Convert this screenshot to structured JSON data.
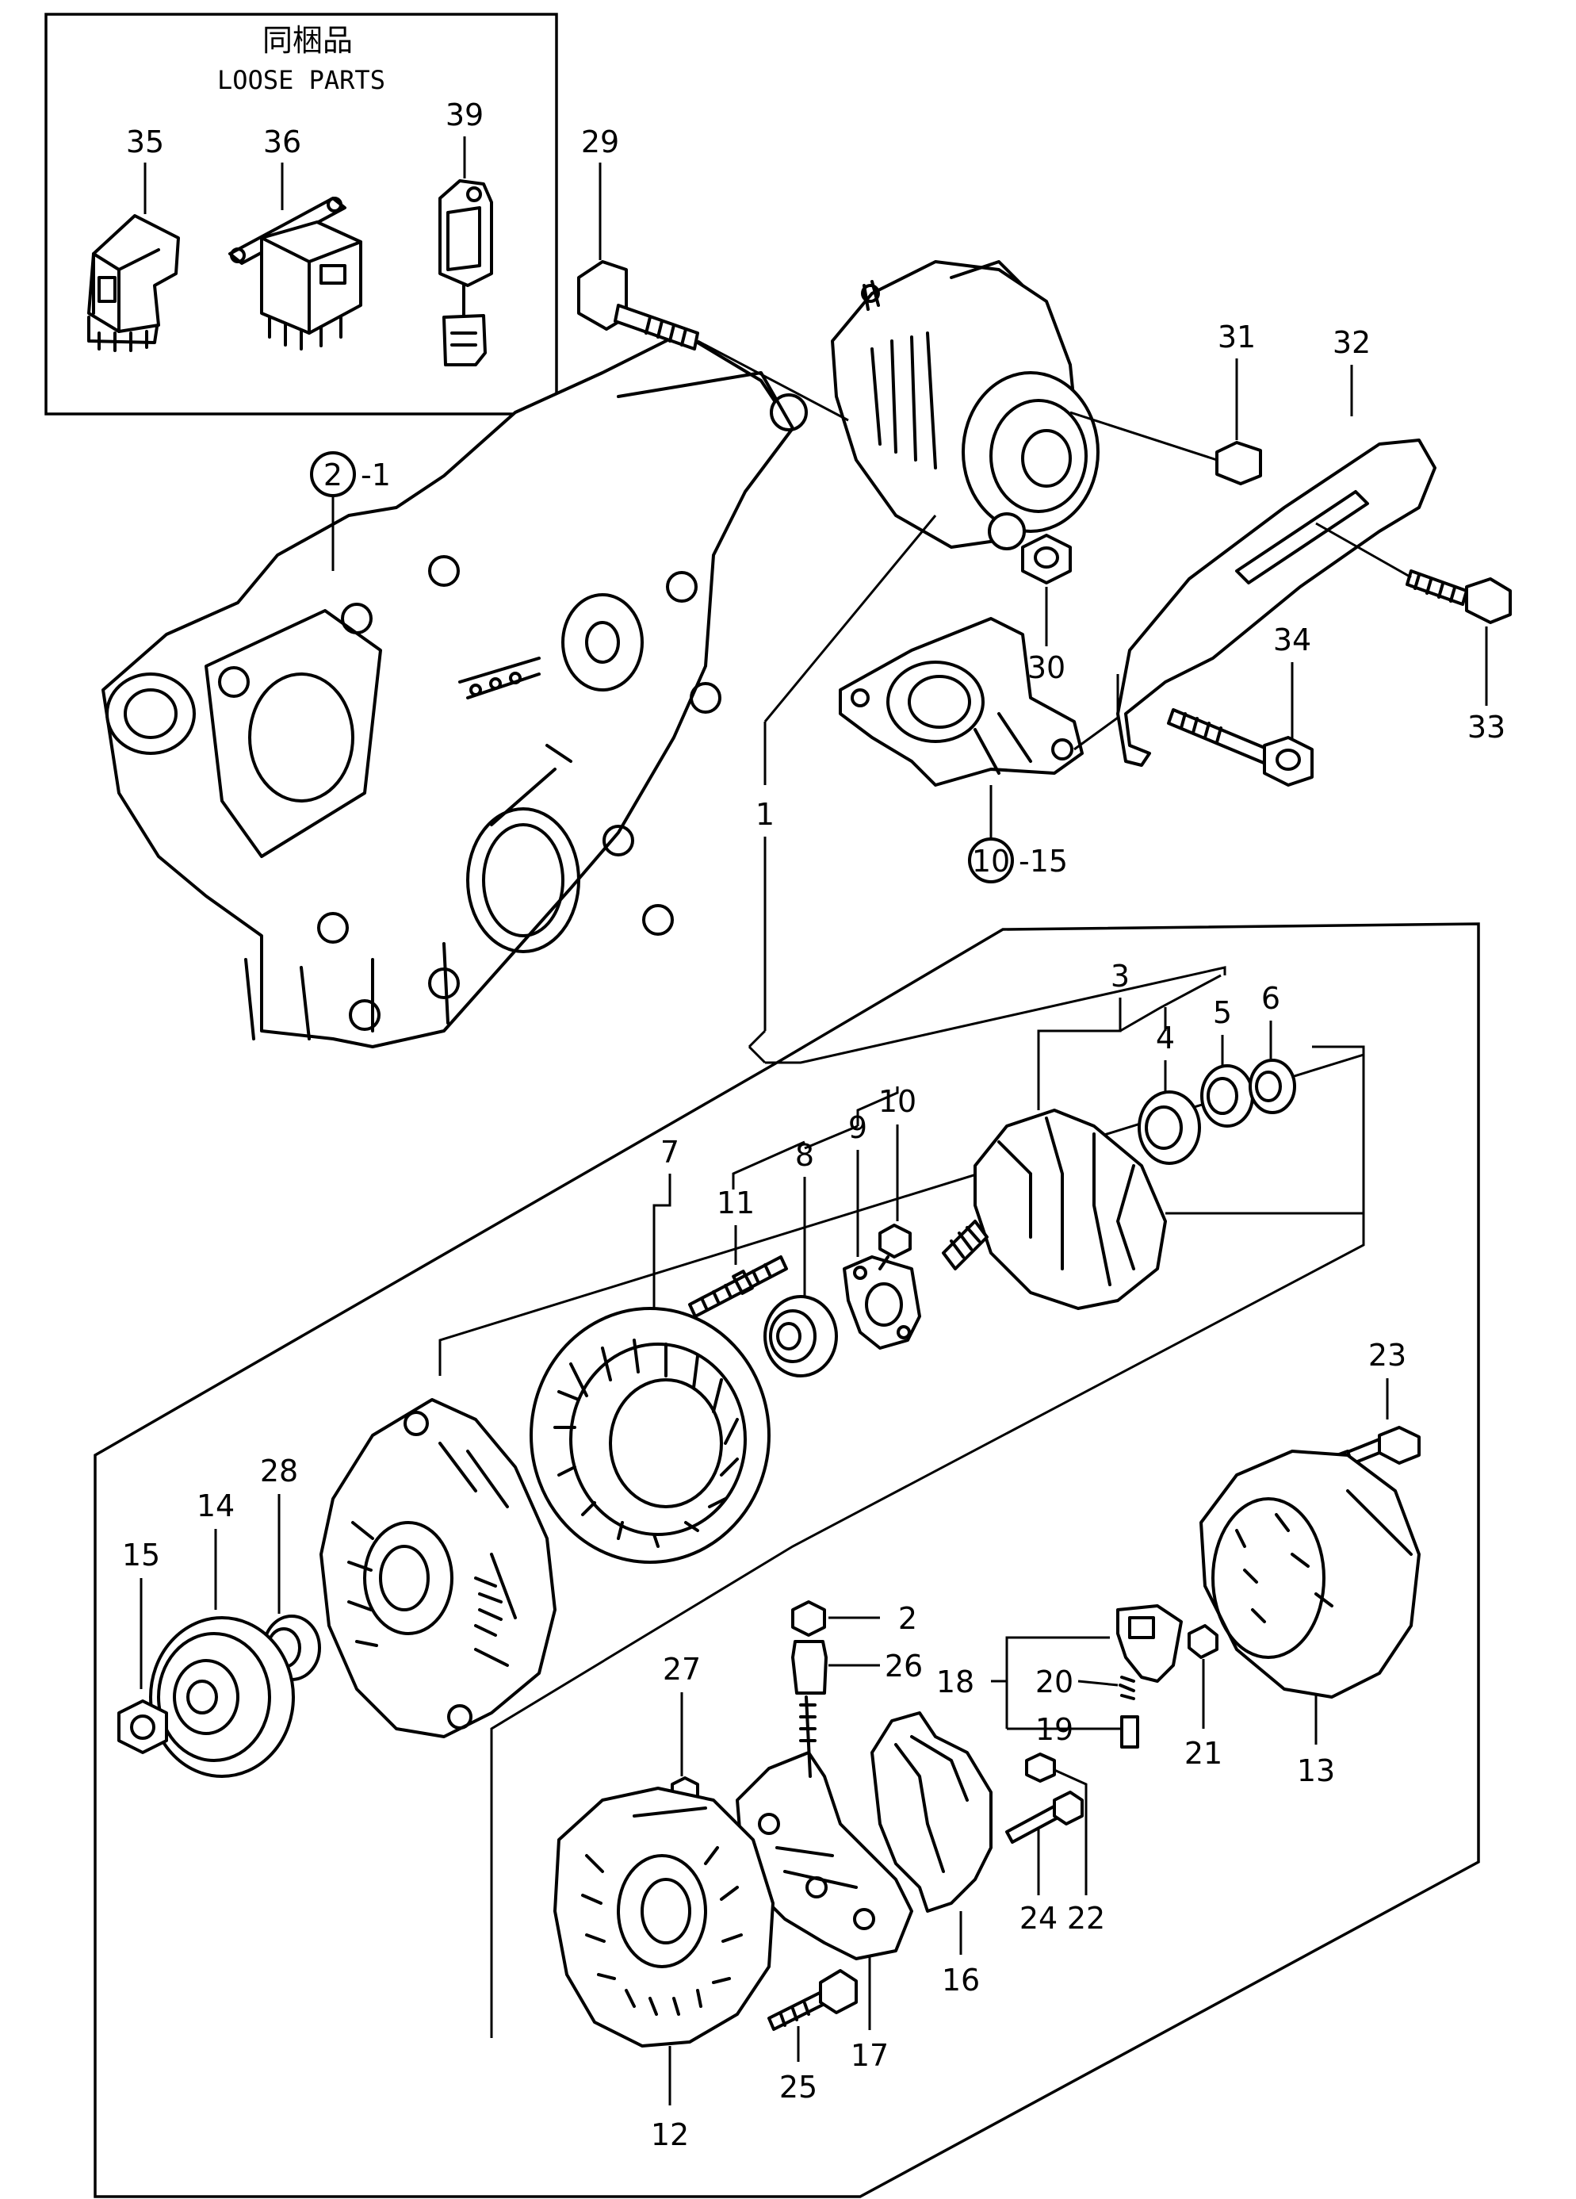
{
  "loose_parts": {
    "title_jp": "同梱品",
    "title_en": "LOOSE PARTS"
  },
  "callouts": {
    "c1": "1",
    "c2": "2",
    "c2_sub": "2",
    "c2_suffix": "-1",
    "c3": "3",
    "c4": "4",
    "c5": "5",
    "c6": "6",
    "c7": "7",
    "c8": "8",
    "c9": "9",
    "c10": "10",
    "c10_sub": "10",
    "c10_suffix": "-15",
    "c11": "11",
    "c12": "12",
    "c13": "13",
    "c14": "14",
    "c15": "15",
    "c16": "16",
    "c17": "17",
    "c18": "18",
    "c19": "19",
    "c20": "20",
    "c21": "21",
    "c22": "22",
    "c23": "23",
    "c24": "24",
    "c25": "25",
    "c26": "26",
    "c27": "27",
    "c28": "28",
    "c29": "29",
    "c30": "30",
    "c31": "31",
    "c32": "32",
    "c33": "33",
    "c34": "34",
    "c35": "35",
    "c36": "36",
    "c39": "39"
  },
  "icons": {
    "gear_case": "gear-case-cover-icon",
    "alternator": "alternator-assembly-icon",
    "rotor": "rotor-icon",
    "stator": "stator-icon",
    "pulley": "pulley-icon",
    "relay": "relay-icon"
  }
}
